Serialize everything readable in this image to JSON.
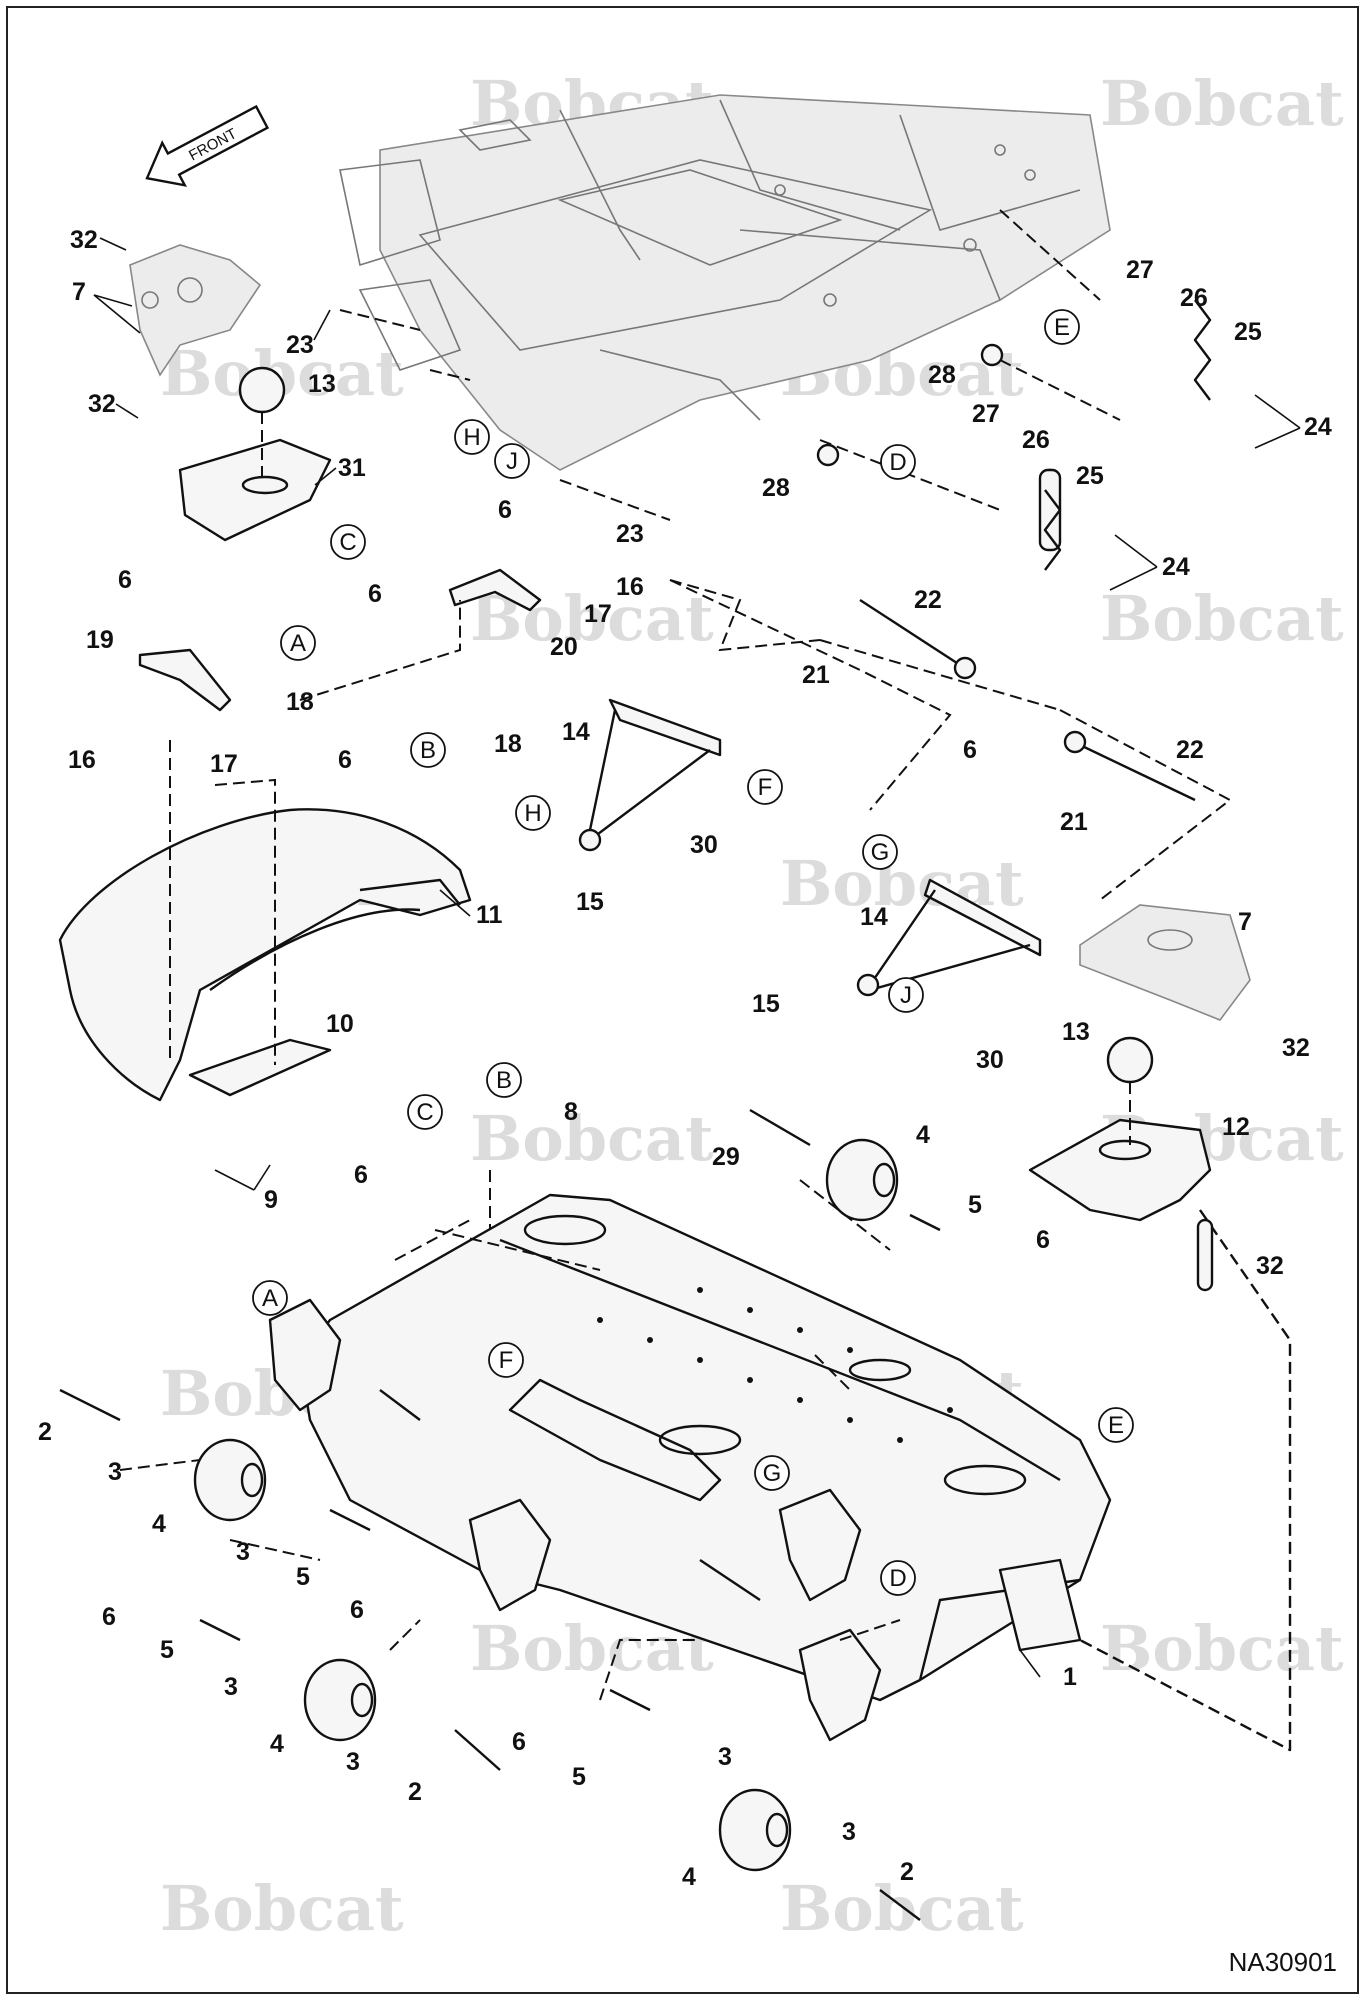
{
  "watermark": "Bobcat",
  "drawing_code": "NA30901",
  "front_arrow_label": "FRONT",
  "callout_numbers": [
    "1",
    "2",
    "3",
    "4",
    "5",
    "6",
    "7",
    "8",
    "9",
    "10",
    "11",
    "12",
    "13",
    "14",
    "15",
    "16",
    "17",
    "18",
    "19",
    "20",
    "21",
    "22",
    "23",
    "24",
    "25",
    "26",
    "27",
    "28",
    "29",
    "30",
    "31",
    "32"
  ],
  "connector_letters": [
    "A",
    "B",
    "C",
    "D",
    "E",
    "F",
    "G",
    "H",
    "J"
  ]
}
